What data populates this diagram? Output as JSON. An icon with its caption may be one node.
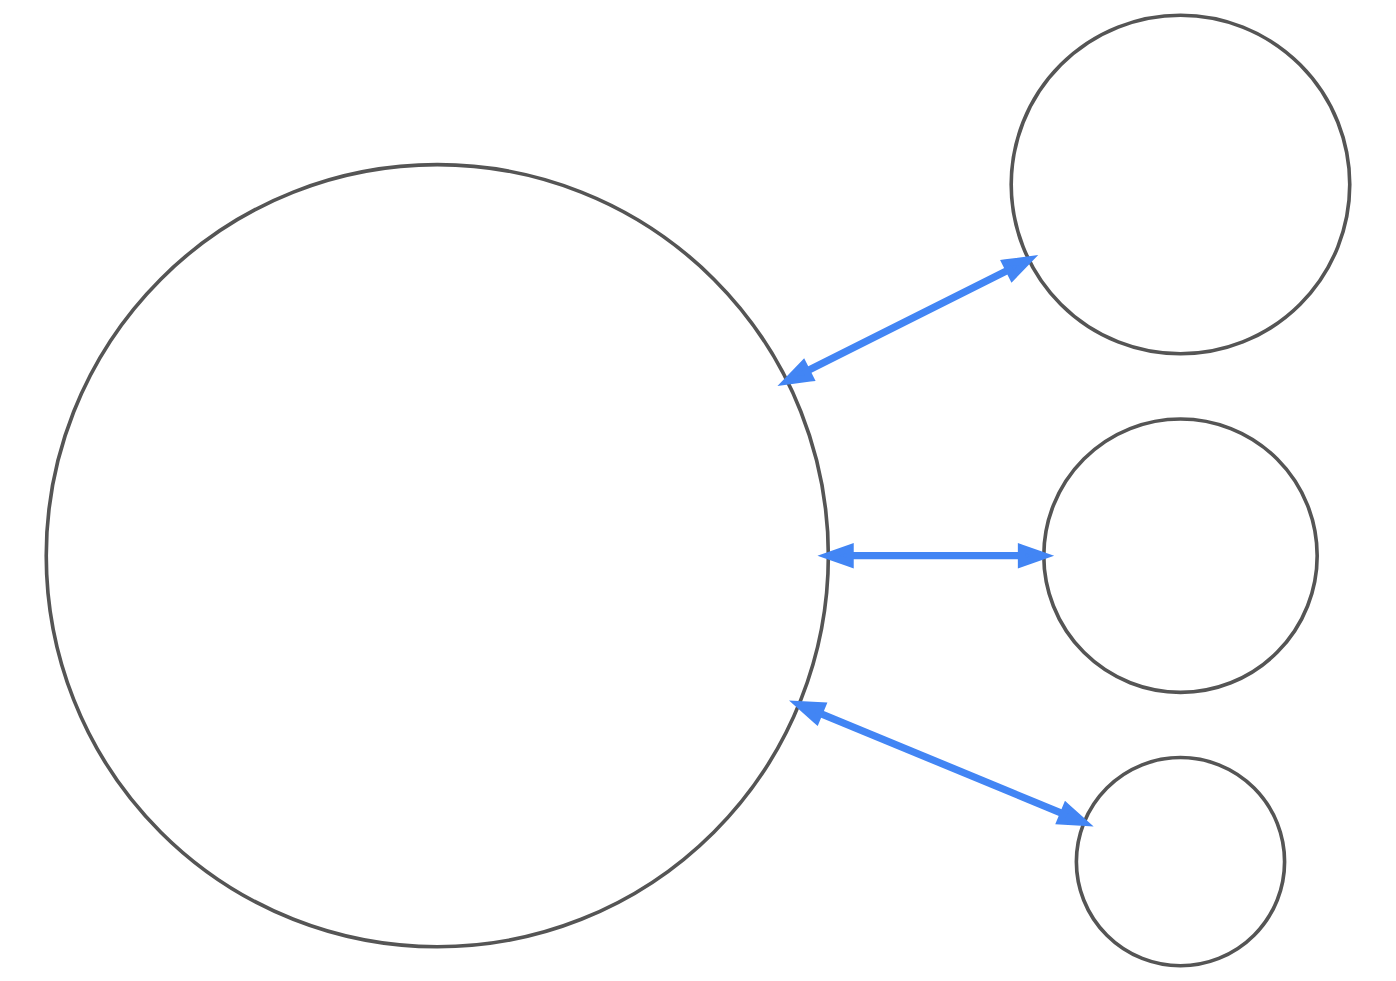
{
  "diagram": {
    "nodes": [
      {
        "text": [],
        "shape": "circle"
      },
      {
        "text": [],
        "shape": "circle"
      },
      {
        "text": [],
        "shape": "circle"
      },
      {
        "text": [],
        "shape": "circle"
      }
    ],
    "edges": [
      {
        "from": 0,
        "to": 1,
        "arrow": "both"
      },
      {
        "from": 0,
        "to": 2,
        "arrow": "both"
      },
      {
        "from": 0,
        "to": 3,
        "arrow": "both"
      }
    ]
  }
}
